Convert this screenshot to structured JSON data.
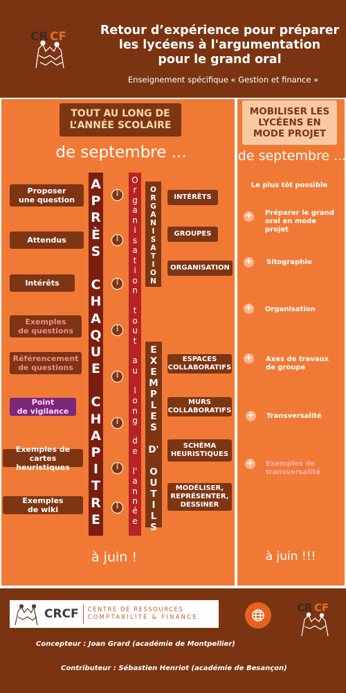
{
  "header": {
    "logo_text": "CRCF",
    "title_line1": "Retour d’expérience pour préparer",
    "title_line2": "les lycéens à l'argumentation",
    "title_line3": "pour le grand oral",
    "subtitle": "Enseignement spécifique « Gestion et finance »"
  },
  "left": {
    "heading_line1": "TOUT AU LONG DE",
    "heading_line2": "L’ANNÉE SCOLAIRE",
    "start": "de septembre ...",
    "end": "à juin !",
    "bar_apres": [
      "A",
      "P",
      "R",
      "È",
      "S",
      "",
      "C",
      "H",
      "A",
      "Q",
      "U",
      "E",
      "",
      "C",
      "H",
      "A",
      "P",
      "I",
      "T",
      "R",
      "E"
    ],
    "bar_orga": [
      "O",
      "r",
      "g",
      "a",
      "n",
      "i",
      "s",
      "a",
      "t",
      "i",
      "o",
      "n",
      "",
      "t",
      "o",
      "u",
      "t",
      "",
      "a",
      "u",
      "",
      "l",
      "o",
      "n",
      "g",
      "",
      "d",
      "e",
      "",
      "l'",
      "a",
      "n",
      "n",
      "é",
      "e"
    ],
    "bar_orga2": [
      "O",
      "R",
      "G",
      "A",
      "N",
      "I",
      "S",
      "A",
      "T",
      "I",
      "O",
      "N"
    ],
    "bar_exemples": [
      "E",
      "X",
      "E",
      "M",
      "P",
      "L",
      "E",
      "S",
      "",
      "D'",
      "",
      "O",
      "U",
      "T",
      "I",
      "L",
      "S"
    ],
    "items": [
      {
        "l1": "Proposer",
        "l2": "une question"
      },
      {
        "l1": "Attendus",
        "l2": ""
      },
      {
        "l1": "Intérêts",
        "l2": ""
      },
      {
        "l1": "Exemples",
        "l2": "de questions"
      },
      {
        "l1": "Référencement",
        "l2": "de questions"
      },
      {
        "l1": "Point",
        "l2": "de vigilance"
      },
      {
        "l1": "Exemples de cartes",
        "l2": "heuristiques"
      },
      {
        "l1": "Exemples",
        "l2": "de wiki"
      }
    ],
    "orga_items": [
      "INTÉRÊTS",
      "GROUPES",
      "ORGANISATION"
    ],
    "tool_items": [
      {
        "l1": "ESPACES",
        "l2": "COLLABORATIFS",
        "l3": ""
      },
      {
        "l1": "MURS",
        "l2": "COLLABORATIFS",
        "l3": ""
      },
      {
        "l1": "SCHÉMA",
        "l2": "HEURISTIQUES",
        "l3": ""
      },
      {
        "l1": "MODÉLISER,",
        "l2": "REPRÉSENTER,",
        "l3": "DESSINER"
      }
    ],
    "dot_symbol": "⋮"
  },
  "right": {
    "heading_line1": "MOBILISER LES",
    "heading_line2": "LYCÉENS EN",
    "heading_line3": "MODE PROJET",
    "start": "de septembre ...",
    "intro": "Le plus tôt possible",
    "end": "à juin !!!",
    "plus_symbol": "+",
    "items": [
      {
        "l1": "Préparer le grand",
        "l2": "oral en mode projet"
      },
      {
        "l1": "Sitographie",
        "l2": ""
      },
      {
        "l1": "Organisation",
        "l2": ""
      },
      {
        "l1": "Axes de travaux",
        "l2": "de groupe"
      },
      {
        "l1": "Transversalité",
        "l2": ""
      },
      {
        "l1": "Exemples de",
        "l2": "transversalité"
      }
    ]
  },
  "footer": {
    "logo_text": "CRCF",
    "banner_line1": "CENTRE DE RESSOURCES",
    "banner_line2": "COMPTABILITÉ & FINANCE",
    "globe_icon": "globe-icon",
    "concepteur": "Concepteur : Joan Grard (académie de Montpellier)",
    "contributeur": "Contributeur : Sébastien Henriot (académie de Besançon)"
  },
  "colors": {
    "brown": "#7a3412",
    "orange": "#f07a35",
    "dark_red": "#7a1e10",
    "red": "#b72323",
    "purple": "#7a2878",
    "pink_text": "#f48a8a",
    "peach": "#f9c9a2"
  }
}
